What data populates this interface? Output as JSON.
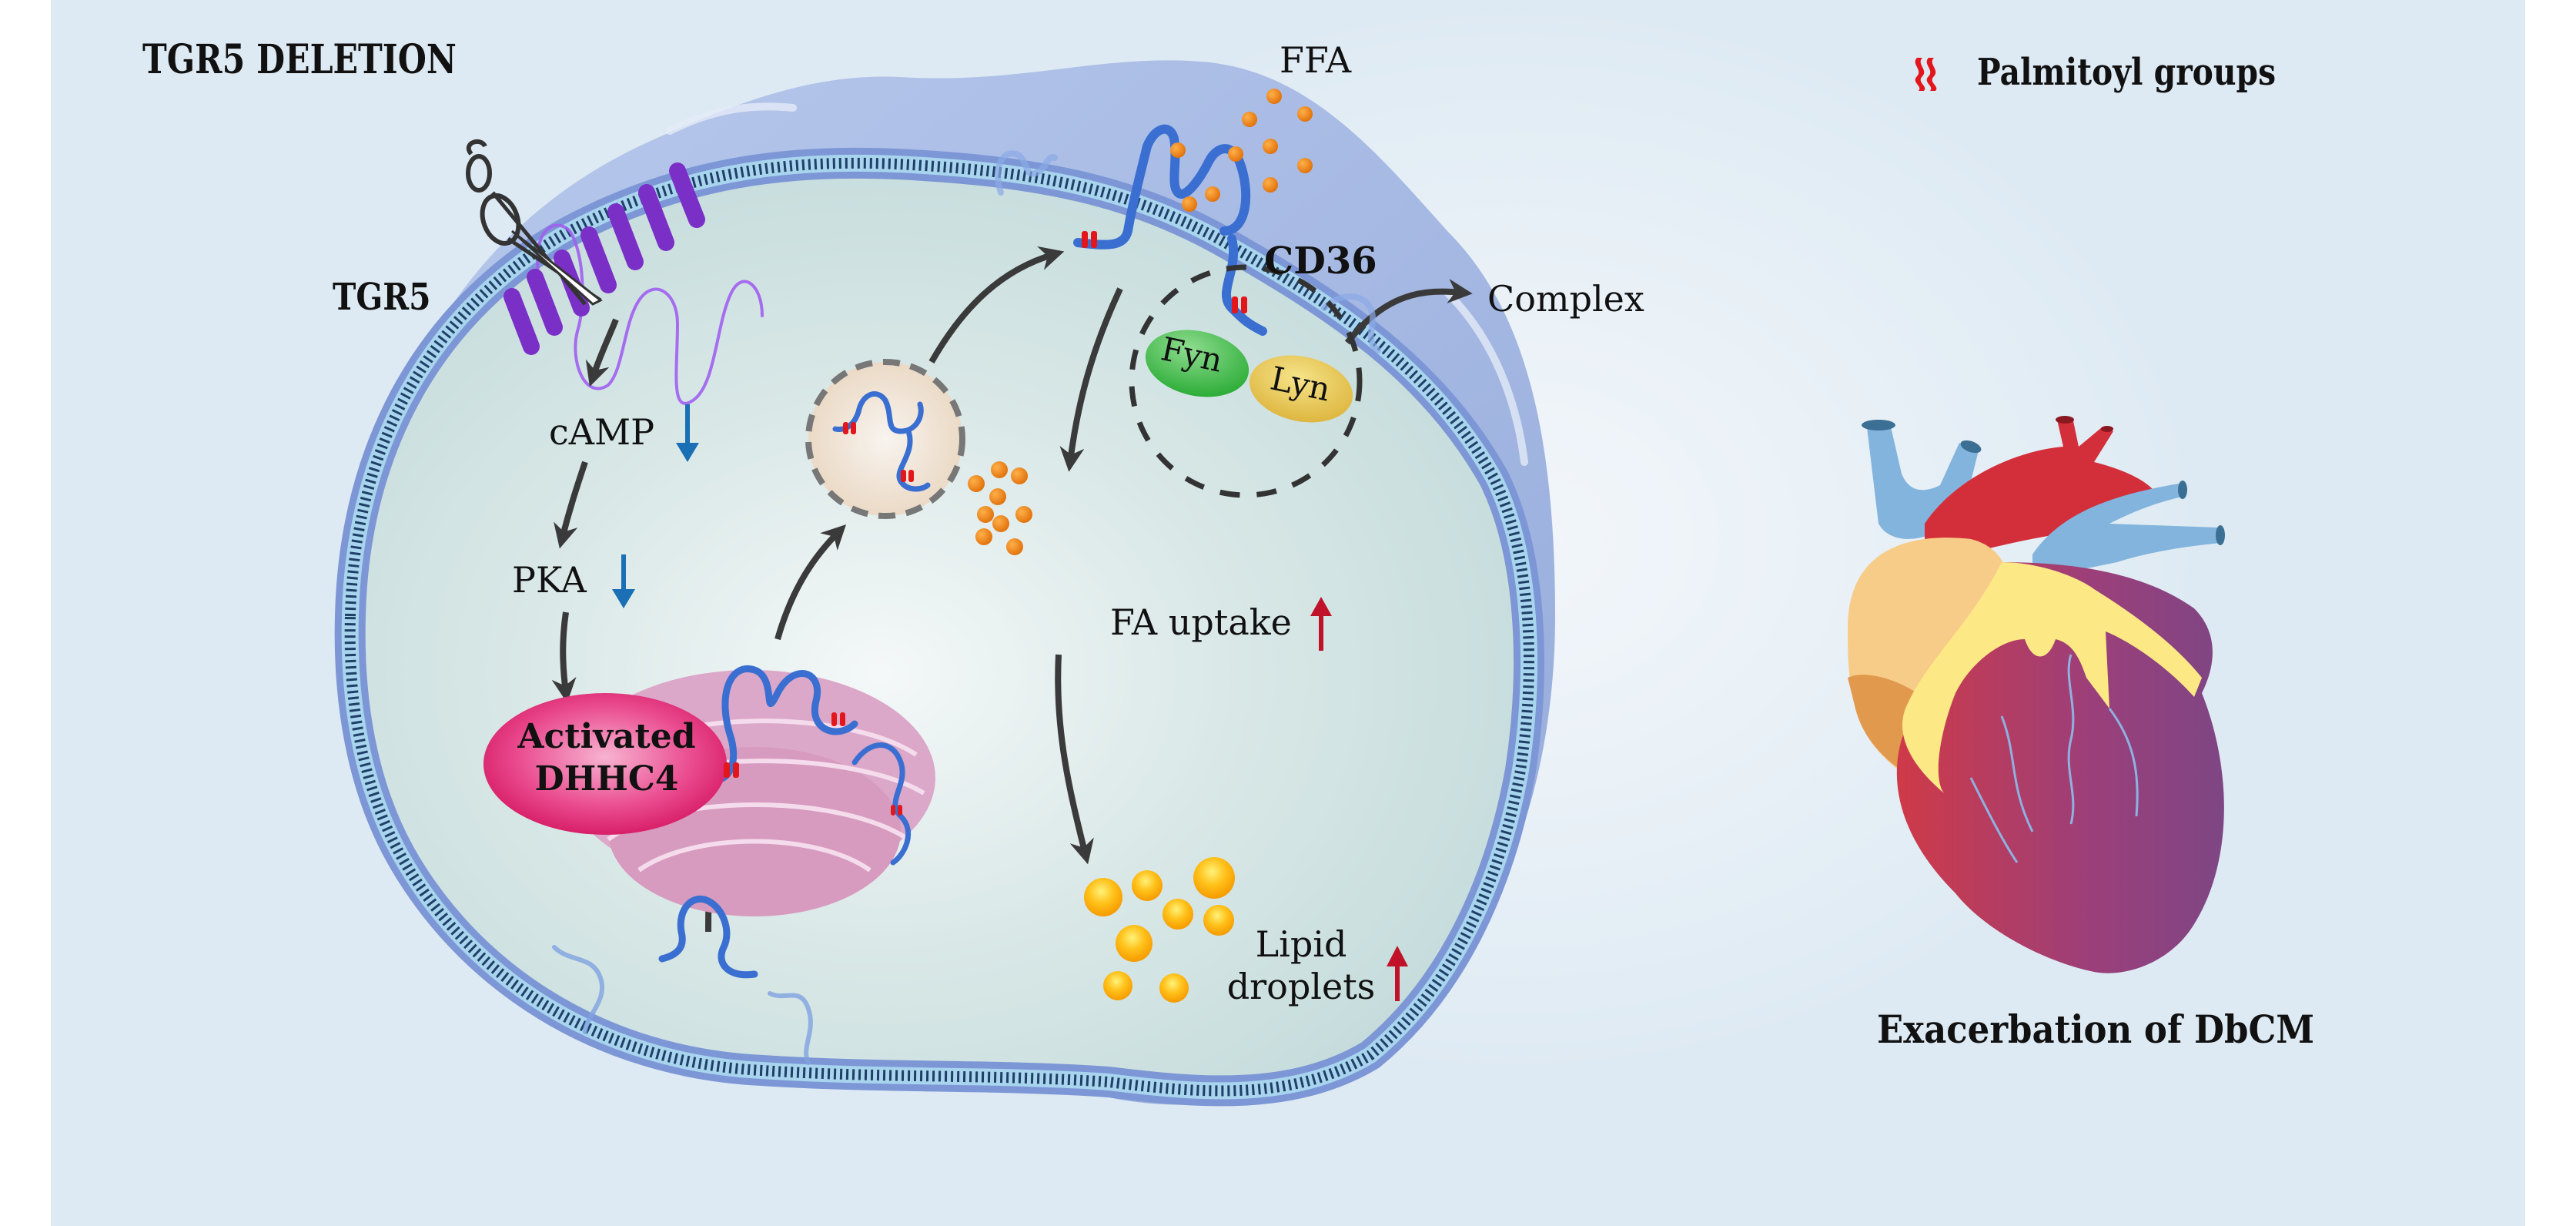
{
  "title": "TGR5 DELETION",
  "legend": {
    "icon": "palmitoyl-group-icon",
    "label": "Palmitoyl groups",
    "icon_color": "#e3161b"
  },
  "labels": {
    "tgr5": "TGR5",
    "camp": "cAMP",
    "pka": "PKA",
    "dhhc4_line1": "Activated",
    "dhhc4_line2": "DHHC4",
    "ffa": "FFA",
    "cd36": "CD36",
    "complex": "Complex",
    "fyn": "Fyn",
    "lyn": "Lyn",
    "fa_uptake": "FA uptake",
    "lipid_line1": "Lipid",
    "lipid_line2": "droplets",
    "outcome": "Exacerbation of DbCM"
  },
  "indicators": {
    "camp": {
      "direction": "down",
      "color": "#1a6fb5"
    },
    "pka": {
      "direction": "down",
      "color": "#1a6fb5"
    },
    "fa_uptake": {
      "direction": "up",
      "color": "#c0132a"
    },
    "lipid_droplets": {
      "direction": "up",
      "color": "#c0132a"
    }
  },
  "colors": {
    "membrane": "#7d97d6",
    "cytoplasm": "#cfe2e1",
    "outer_cell": "#a9bbe3",
    "tgr5": "#7a2fc7",
    "cd36": "#3a6fd1",
    "dhhc4": "#e0226f",
    "golgi": "#d9a4c6",
    "fyn": "#3fbf4a",
    "lyn": "#e9c94a",
    "fatty_acid": "#f08a12",
    "lipid_droplet": "#ffb000",
    "arrow": "#3a3a3a"
  },
  "pathway": [
    "TGR5 deletion",
    "cAMP decreased",
    "PKA decreased",
    "Activated DHHC4",
    "CD36 palmitoylation",
    "CD36 membrane translocation",
    "CD36-Fyn-Lyn complex",
    "FA uptake increased",
    "Lipid droplets increased",
    "Exacerbation of DbCM"
  ]
}
